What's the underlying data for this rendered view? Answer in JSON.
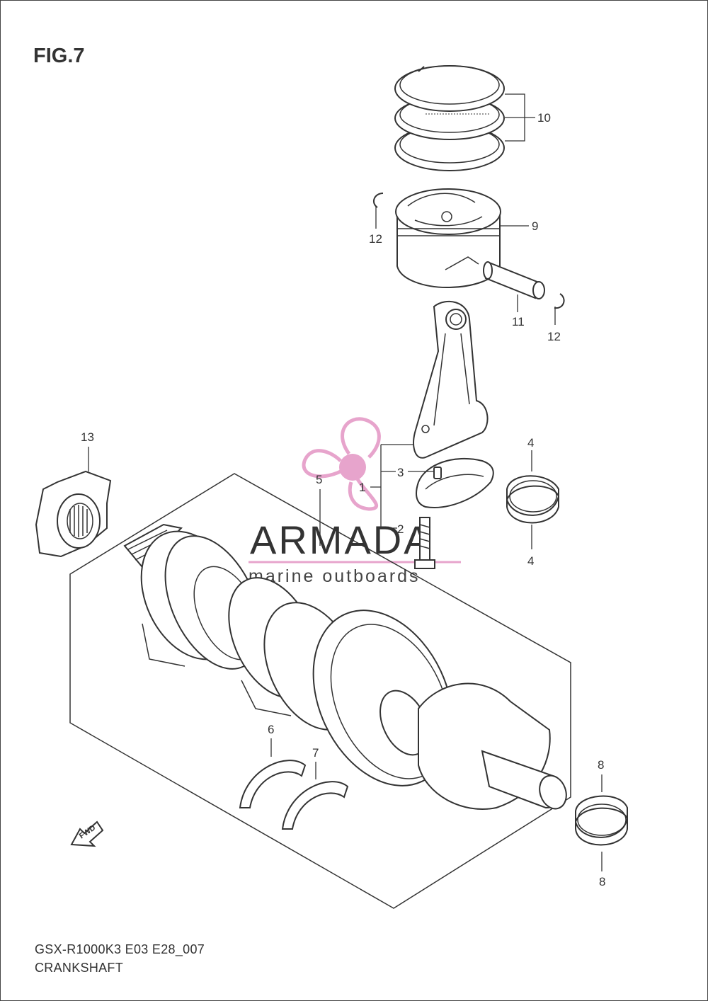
{
  "figure": {
    "title": "FIG.7",
    "model_code": "GSX-R1000K3 E03 E28_007",
    "section_name": "CRANKSHAFT"
  },
  "watermark": {
    "brand": "ARMADA",
    "tagline": "marine outboards",
    "accent_color": "#e7a4cc"
  },
  "direction_arrow": {
    "label": "FWD"
  },
  "callouts": {
    "c1": "1",
    "c2": "2",
    "c3": "3",
    "c4_top": "4",
    "c4_bottom": "4",
    "c5": "5",
    "c6": "6",
    "c7": "7",
    "c8_top": "8",
    "c8_bottom": "8",
    "c9": "9",
    "c10": "10",
    "c11": "11",
    "c12_left": "12",
    "c12_right": "12",
    "c13": "13"
  },
  "colors": {
    "line": "#333333",
    "background": "#ffffff"
  }
}
